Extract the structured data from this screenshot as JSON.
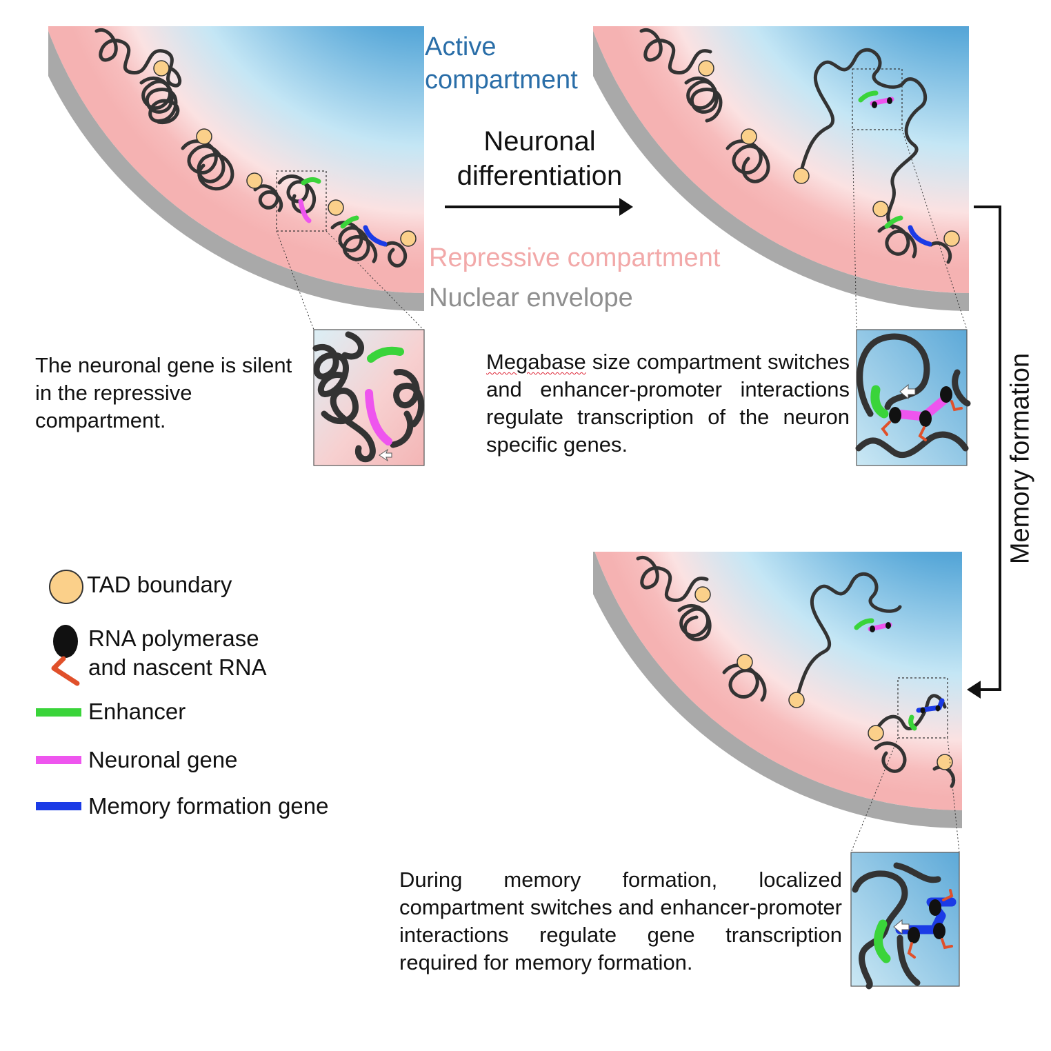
{
  "labels": {
    "active_compartment_line1": "Active",
    "active_compartment_line2": "compartment",
    "repressive_compartment": "Repressive compartment",
    "nuclear_envelope": "Nuclear envelope",
    "differentiation_line1": "Neuronal",
    "differentiation_line2": "differentiation",
    "memory_formation_arrow": "Memory formation"
  },
  "captions": {
    "silent_line1": "The neuronal gene is silent",
    "silent_line2": "in the repressive",
    "silent_line3": "compartment.",
    "megabase_word": "Megabase",
    "megabase_rest": " size compartment switches and enhancer-promoter interactions regulate transcription of the neuron specific genes.",
    "memory": "During memory formation, localized compartment switches and enhancer-promoter interactions regulate gene transcription required for memory formation."
  },
  "legend": {
    "tad_boundary": "TAD boundary",
    "rna_pol_line1": "RNA polymerase",
    "rna_pol_line2": "and nascent RNA",
    "enhancer": "Enhancer",
    "neuronal_gene": "Neuronal gene",
    "memory_gene": "Memory formation gene"
  },
  "colors": {
    "active_blue": "#1f6eb0",
    "repressive_pink": "#f6b4b4",
    "envelope_gray": "#aaaaaa",
    "chromatin": "#333333",
    "tad_boundary": "#fbd08a",
    "enhancer": "#3ad43a",
    "neuronal_gene": "#ee55ee",
    "memory_gene": "#1b3be6",
    "nascent_rna": "#e0502a",
    "label_active": "#2a6ea8",
    "label_repressive": "#f2a9a9",
    "label_envelope": "#8f8f8f"
  }
}
